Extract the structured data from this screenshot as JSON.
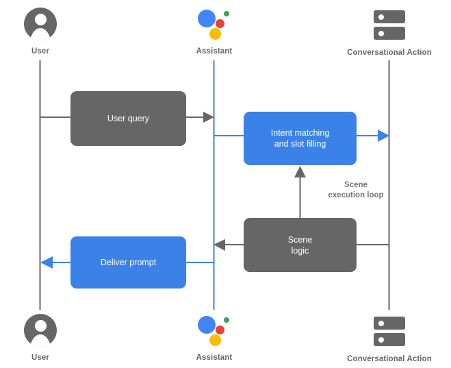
{
  "diagram": {
    "title": "Conversational Action scene execution sequence diagram",
    "colors": {
      "gray": "#666666",
      "blue": "#3b82e8",
      "assistant_blue": "#4285f4",
      "assistant_red": "#ea4335",
      "assistant_green": "#34a853",
      "assistant_yellow": "#fbbc05",
      "background": "#ffffff",
      "label_gray": "#757575"
    },
    "actors": [
      {
        "id": "user-top",
        "label": "User",
        "icon": "user-avatar-icon",
        "position": "top-left",
        "lifeline_color": "#666666"
      },
      {
        "id": "assistant-top",
        "label": "Assistant",
        "icon": "google-assistant-icon",
        "position": "top-center",
        "lifeline_color": "#3b82e8"
      },
      {
        "id": "conversational-action-top",
        "label": "Conversational Action",
        "icon": "server-icon",
        "position": "top-right",
        "lifeline_color": "#666666"
      },
      {
        "id": "user-bottom",
        "label": "User",
        "icon": "user-avatar-icon",
        "position": "bottom-left",
        "lifeline_color": "#666666"
      },
      {
        "id": "assistant-bottom",
        "label": "Assistant",
        "icon": "google-assistant-icon",
        "position": "bottom-center",
        "lifeline_color": "#3b82e8"
      },
      {
        "id": "conversational-action-bottom",
        "label": "Conversational Action",
        "icon": "server-icon",
        "position": "bottom-right",
        "lifeline_color": "#666666"
      }
    ],
    "nodes": [
      {
        "id": "user-query",
        "label": "User query",
        "color": "gray",
        "text_color": "#ffffff"
      },
      {
        "id": "intent-matching",
        "label": "Intent matching\nand slot filling",
        "color": "blue",
        "text_color": "#ffffff"
      },
      {
        "id": "scene-logic",
        "label": "Scene\nlogic",
        "color": "gray",
        "text_color": "#ffffff"
      },
      {
        "id": "deliver-prompt",
        "label": "Deliver prompt",
        "color": "blue",
        "text_color": "#ffffff"
      }
    ],
    "annotations": [
      {
        "id": "scene-execution-loop",
        "label": "Scene\nexecution loop",
        "color": "#757575"
      }
    ],
    "edges": [
      {
        "id": "user-to-query",
        "from": "user-top",
        "to": "user-query",
        "color": "#666666",
        "arrow": false
      },
      {
        "id": "query-to-assistant",
        "from": "user-query",
        "to": "assistant-top",
        "color": "#666666",
        "arrow": true,
        "direction": "right"
      },
      {
        "id": "assistant-to-intent",
        "from": "assistant-top",
        "to": "intent-matching",
        "color": "#3b82e8",
        "arrow": false
      },
      {
        "id": "intent-to-action",
        "from": "intent-matching",
        "to": "conversational-action-top",
        "color": "#3b82e8",
        "arrow": true,
        "direction": "right"
      },
      {
        "id": "action-to-scene-logic",
        "from": "conversational-action-top",
        "to": "scene-logic",
        "color": "#666666",
        "arrow": false
      },
      {
        "id": "scene-logic-to-intent",
        "from": "scene-logic",
        "to": "intent-matching",
        "color": "#666666",
        "arrow": true,
        "direction": "up"
      },
      {
        "id": "scene-logic-to-assistant",
        "from": "scene-logic",
        "to": "assistant-bottom",
        "color": "#666666",
        "arrow": true,
        "direction": "left"
      },
      {
        "id": "assistant-to-deliver",
        "from": "assistant-bottom",
        "to": "deliver-prompt",
        "color": "#3b82e8",
        "arrow": false
      },
      {
        "id": "deliver-to-user",
        "from": "deliver-prompt",
        "to": "user-bottom",
        "color": "#3b82e8",
        "arrow": true,
        "direction": "left"
      }
    ]
  }
}
